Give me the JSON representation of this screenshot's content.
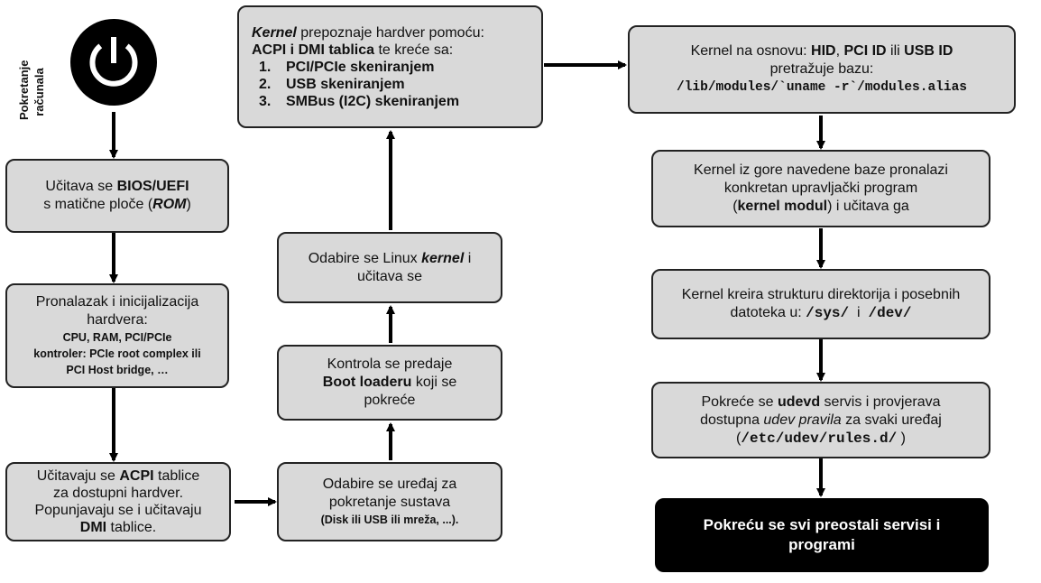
{
  "start": {
    "label_line1": "Pokretanje",
    "label_line2": "računala",
    "icon": "power-icon"
  },
  "boxes": {
    "bios": {
      "t1": "Učitava se ",
      "b1": "BIOS/UEFI",
      "t2": "s matične ploče (",
      "bi": "ROM",
      "t3": ")"
    },
    "hw": {
      "l1": "Pronalazak i inicijalizacija",
      "l2": "hardvera:",
      "s1": "CPU, RAM, PCI/PCIe",
      "s2": "kontroler: PCIe root complex ili",
      "s3": "PCI Host bridge, …"
    },
    "acpi": {
      "t1": "Učitavaju se ",
      "b1": "ACPI",
      "t2": " tablice",
      "l2": "za dostupni hardver.",
      "l3": "Popunjavaju se i učitavaju",
      "b2": "DMI",
      "t3": " tablice."
    },
    "boot_dev": {
      "l1": "Odabire se uređaj za",
      "l2": "pokretanje sustava",
      "s1": "(Disk ili  USB ili mreža, ...)."
    },
    "loader": {
      "l1": "Kontrola se predaje",
      "b1": "Boot loaderu",
      "t1": " koji se",
      "l3": "pokreće"
    },
    "kernel_sel": {
      "t1": "Odabire se Linux ",
      "bi": "kernel",
      "t2": " i",
      "l2": "učitava se"
    },
    "kernel_hw": {
      "bi": "Kernel",
      "t1": " prepoznaje hardver pomoću:",
      "b1": "ACPI i DMI tablica",
      "t2": " te kreće sa:",
      "steps": [
        {
          "n": "1.",
          "text": "PCI/PCIe skeniranjem"
        },
        {
          "n": "2.",
          "text": "USB skeniranjem"
        },
        {
          "n": "3.",
          "text": "SMBus (I2C) skeniranjem"
        }
      ]
    },
    "lookup": {
      "t1": "Kernel na osnovu: ",
      "b1": "HID",
      "t2": ", ",
      "b2": "PCI ID",
      "t3": " ili ",
      "b3": "USB ID",
      "l2": "pretražuje bazu:",
      "path": "/lib/modules/`uname -r`/modules.alias"
    },
    "module": {
      "l1": "Kernel iz gore navedene baze pronalazi",
      "l2": "konkretan upravljački program",
      "t1": "(",
      "b1": "kernel modul",
      "t2": ") i učitava ga"
    },
    "sysfs": {
      "l1": "Kernel kreira strukturu direktorija i posebnih",
      "t1": "datoteka u: ",
      "m1": "/sys/",
      "t2": "  i  ",
      "m2": "/dev/"
    },
    "udev": {
      "t1": "Pokreće se ",
      "b1": "udevd",
      "t2": " servis i provjerava",
      "t3": "dostupna ",
      "i1": "udev pravila",
      "t4": " za svaki uređaj",
      "p1": "(",
      "m1": "/etc/udev/rules.d/",
      "p2": " )"
    },
    "final": {
      "l1": "Pokreću se svi preostali servisi i",
      "l2": "programi"
    }
  }
}
